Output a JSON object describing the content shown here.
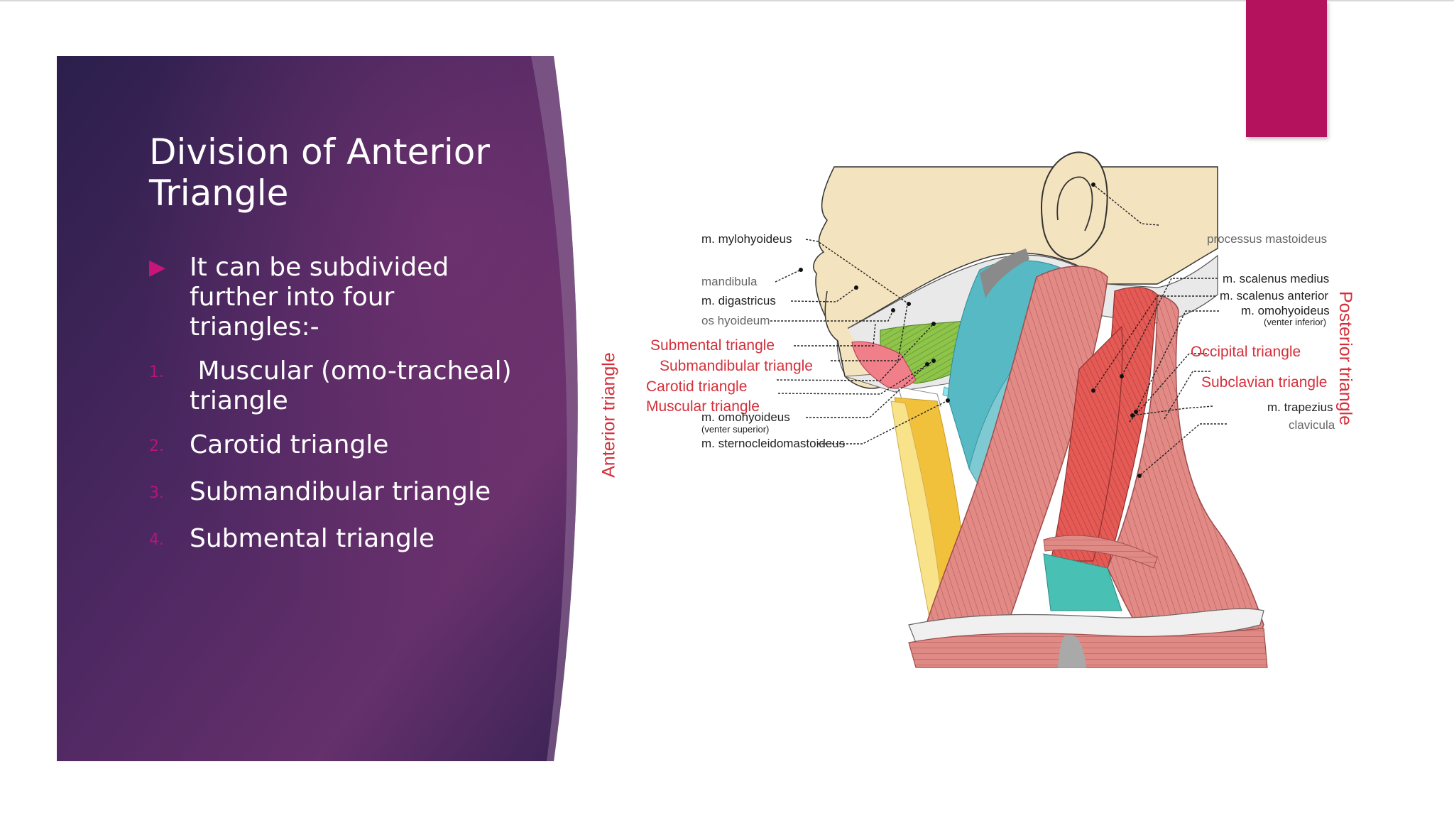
{
  "slide": {
    "title": "Division of Anterior Triangle",
    "intro": "It can be subdivided further into four triangles:-",
    "list": [
      {
        "num": "1.",
        "text": " Muscular (omo-tracheal) triangle"
      },
      {
        "num": "2.",
        "text": "Carotid triangle"
      },
      {
        "num": "3.",
        "text": "Submandibular triangle"
      },
      {
        "num": "4.",
        "text": "Submental triangle"
      }
    ]
  },
  "colors": {
    "accent": "#b5125e",
    "panel_dark": "#2d1d4b",
    "panel_mid": "#5e2a66",
    "bullet": "#c8157a",
    "label_red": "#d42f3a"
  },
  "diagram": {
    "left_labels": {
      "mylohyoideus": "m. mylohyoideus",
      "mandibula": "mandibula",
      "digastricus": "m. digastricus",
      "hyoideum": "os hyoideum",
      "submental": "Submental triangle",
      "submandibular": "Submandibular triangle",
      "carotid": "Carotid triangle",
      "muscular": "Muscular triangle",
      "omohyoideus_sup": "m. omohyoideus",
      "omohyoideus_sup_sub": "(venter superior)",
      "sternocleido": "m. sternocleidomastoideus"
    },
    "right_labels": {
      "mastoideus": "processus mastoideus",
      "scalenus_medius": "m. scalenus medius",
      "scalenus_anterior": "m. scalenus anterior",
      "omohyoideus_inf": "m. omohyoideus",
      "omohyoideus_inf_sub": "(venter inferior)",
      "occipital": "Occipital triangle",
      "subclavian": "Subclavian triangle",
      "trapezius": "m. trapezius",
      "clavicula": "clavicula"
    },
    "vertical_labels": {
      "anterior": "Anterior triangle",
      "posterior": "Posterior triangle"
    }
  }
}
